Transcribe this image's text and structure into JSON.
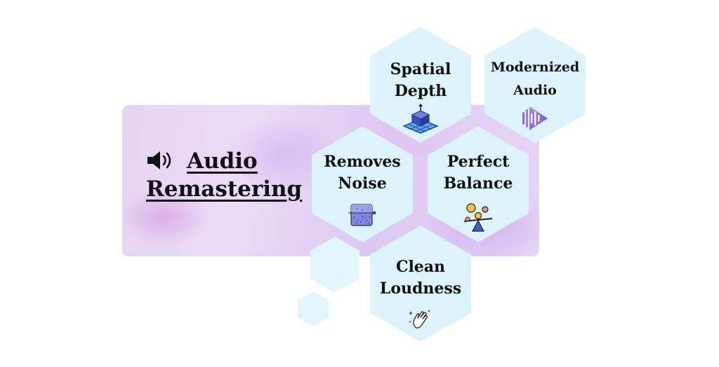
{
  "title": {
    "line1": "Audio",
    "line2": "Remastering"
  },
  "features": [
    {
      "label_line1": "Spatial",
      "label_line2": "Depth",
      "icon": "3d-cube-icon"
    },
    {
      "label_line1": "Modernized",
      "label_line2": "Audio",
      "icon": "audio-play-icon"
    },
    {
      "label_line1": "Removes",
      "label_line2": "Noise",
      "icon": "noise-texture-icon"
    },
    {
      "label_line1": "Perfect",
      "label_line2": "Balance",
      "icon": "balance-icon"
    },
    {
      "label_line1": "Clean",
      "label_line2": "Loudness",
      "icon": "clean-hand-icon"
    }
  ],
  "colors": {
    "hex_fill": "#ddf3fb",
    "banner_tint": "#e6d3f3",
    "text": "#111111"
  }
}
